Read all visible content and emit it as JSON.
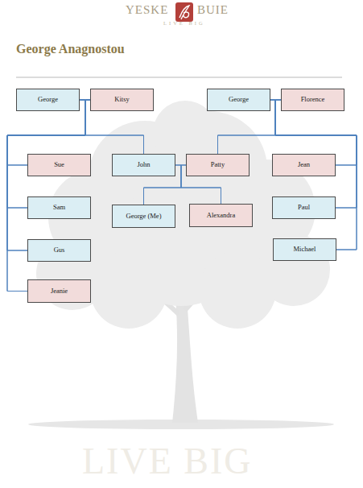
{
  "diagram": {
    "title": "George Anagnostou",
    "nodes": [
      {
        "text": [
          "George"
        ]
      },
      {
        "text": [
          "Kitsy"
        ]
      },
      {
        "text": [
          "George"
        ]
      },
      {
        "text": [
          "Florence"
        ]
      },
      {
        "text": [
          "Sue"
        ]
      },
      {
        "text": [
          "John"
        ]
      },
      {
        "text": [
          "Patty"
        ]
      },
      {
        "text": [
          "Jean"
        ]
      },
      {
        "text": [
          "Sam"
        ]
      },
      {
        "text": [
          "George (Me)"
        ]
      },
      {
        "text": [
          "Alexandra"
        ]
      },
      {
        "text": [
          "Paul"
        ]
      },
      {
        "text": [
          "Gus"
        ]
      },
      {
        "text": [
          "Michael"
        ]
      },
      {
        "text": [
          "Jeanie"
        ]
      }
    ],
    "edges": [
      {
        "from": 0,
        "to": 4,
        "arrow": "none"
      },
      {
        "from": 1,
        "to": 4,
        "arrow": "none"
      },
      {
        "from": 0,
        "to": 5,
        "arrow": "none"
      },
      {
        "from": 1,
        "to": 5,
        "arrow": "none"
      },
      {
        "from": 0,
        "to": 8,
        "arrow": "none"
      },
      {
        "from": 1,
        "to": 8,
        "arrow": "none"
      },
      {
        "from": 0,
        "to": 12,
        "arrow": "none"
      },
      {
        "from": 1,
        "to": 12,
        "arrow": "none"
      },
      {
        "from": 0,
        "to": 14,
        "arrow": "none"
      },
      {
        "from": 1,
        "to": 14,
        "arrow": "none"
      },
      {
        "from": 2,
        "to": 6,
        "arrow": "none"
      },
      {
        "from": 3,
        "to": 6,
        "arrow": "none"
      },
      {
        "from": 2,
        "to": 7,
        "arrow": "none"
      },
      {
        "from": 3,
        "to": 7,
        "arrow": "none"
      },
      {
        "from": 2,
        "to": 11,
        "arrow": "none"
      },
      {
        "from": 3,
        "to": 11,
        "arrow": "none"
      },
      {
        "from": 2,
        "to": 13,
        "arrow": "none"
      },
      {
        "from": 3,
        "to": 13,
        "arrow": "none"
      },
      {
        "from": 5,
        "to": 9,
        "arrow": "none"
      },
      {
        "from": 6,
        "to": 9,
        "arrow": "none"
      },
      {
        "from": 5,
        "to": 10,
        "arrow": "none"
      },
      {
        "from": 6,
        "to": 10,
        "arrow": "none"
      }
    ],
    "labels": [
      "YESKE",
      "BUIE",
      "LIVE BIG",
      "LIVE BIG"
    ]
  }
}
